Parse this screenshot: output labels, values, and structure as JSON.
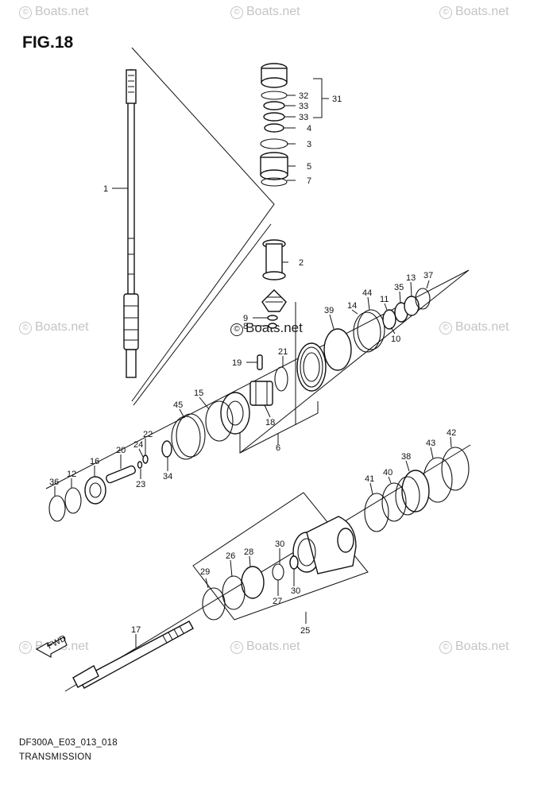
{
  "figure": {
    "title": "FIG.18",
    "code": "DF300A_E03_013_018",
    "name": "TRANSMISSION"
  },
  "watermark": {
    "symbol": "©",
    "text": "Boats.net"
  },
  "fwd_label": "FWD",
  "callouts": {
    "c1": "1",
    "c2": "2",
    "c3": "3",
    "c4": "4",
    "c5": "5",
    "c6": "6",
    "c7": "7",
    "c8": "8",
    "c9": "9",
    "c10": "10",
    "c11": "11",
    "c12": "12",
    "c13": "13",
    "c14": "14",
    "c15": "15",
    "c16": "16",
    "c17": "17",
    "c18": "18",
    "c19": "19",
    "c20": "20",
    "c21": "21",
    "c22": "22",
    "c23": "23",
    "c24": "24",
    "c25": "25",
    "c26": "26",
    "c27": "27",
    "c28": "28",
    "c29": "29",
    "c30a": "30",
    "c30b": "30",
    "c31": "31",
    "c32": "32",
    "c33a": "33",
    "c33b": "33",
    "c34": "34",
    "c35": "35",
    "c36": "36",
    "c37": "37",
    "c38": "38",
    "c39": "39",
    "c40": "40",
    "c41": "41",
    "c42": "42",
    "c43": "43",
    "c44": "44",
    "c45": "45"
  },
  "colors": {
    "line": "#111111",
    "watermark": "#c4c4c4"
  }
}
